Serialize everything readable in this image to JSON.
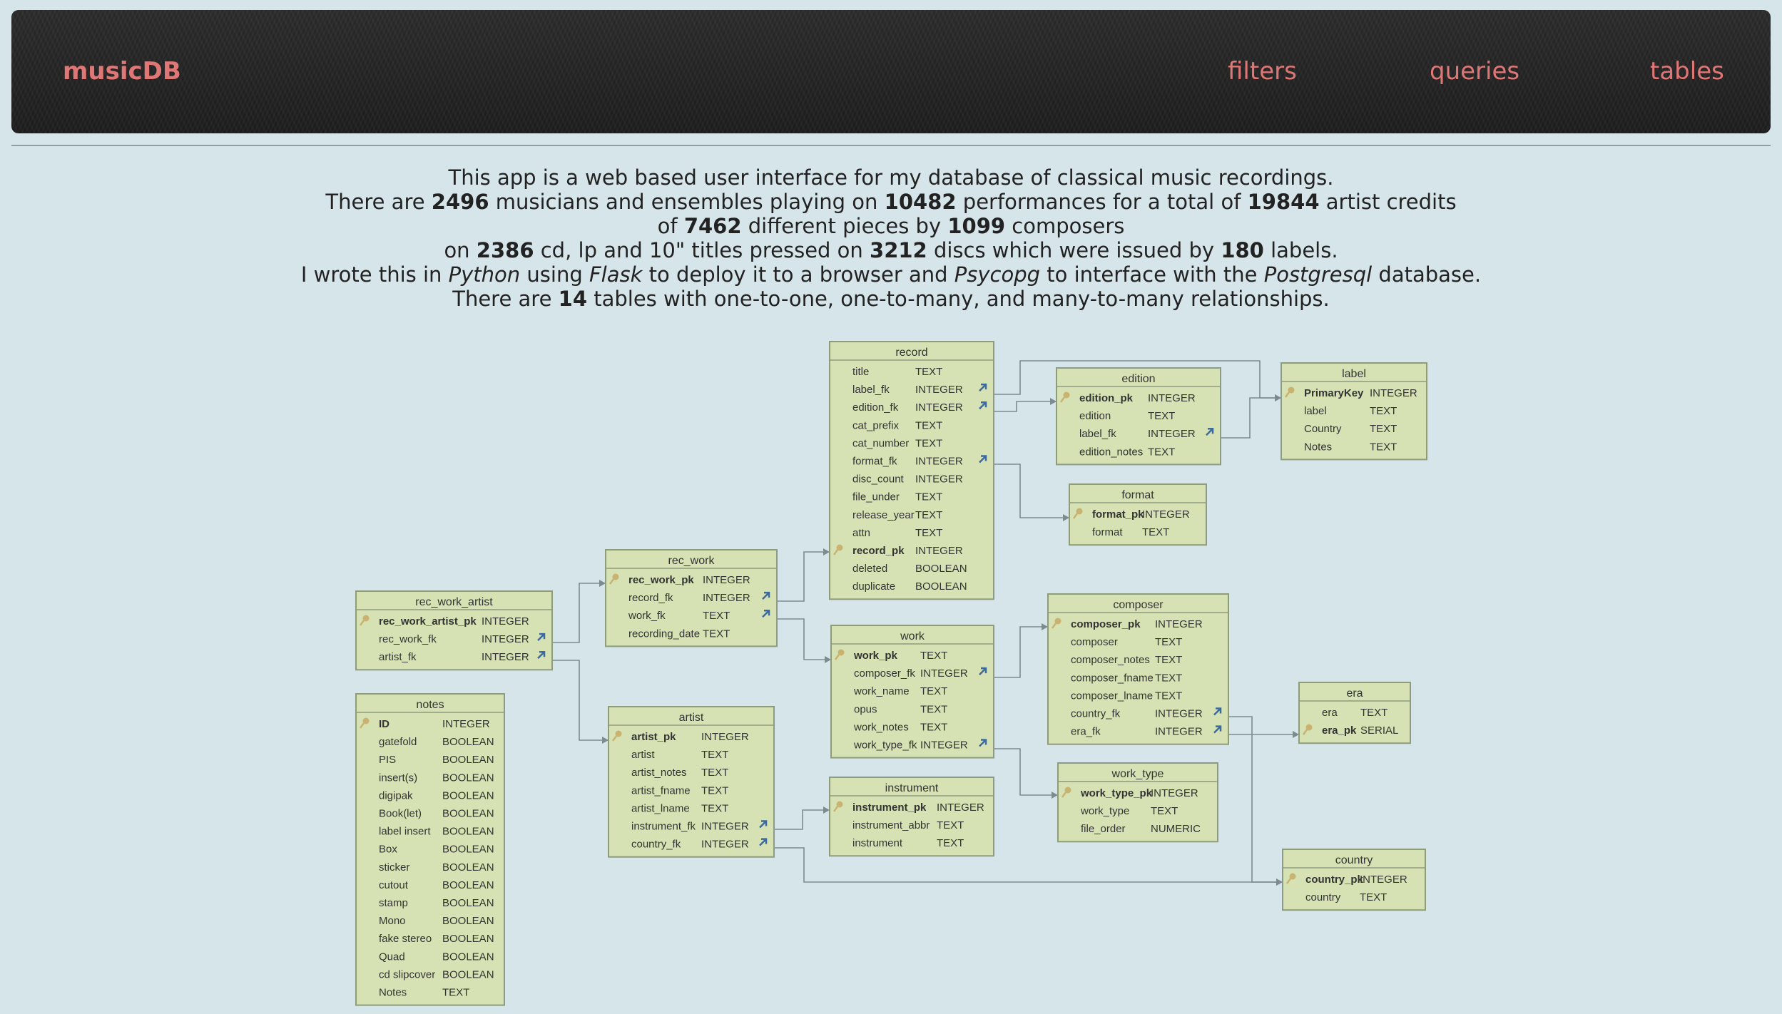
{
  "header": {
    "brand": "musicDB",
    "links": [
      "filters",
      "queries",
      "tables"
    ]
  },
  "intro": {
    "line1": "This app is a web based user interface for my database of classical music recordings.",
    "line2": {
      "a": "There are ",
      "musicians": "2496",
      "b": " musicians and ensembles playing on ",
      "performances": "10482",
      "c": " performances for a total of ",
      "credits": "19844",
      "d": " artist credits"
    },
    "line3": {
      "a": "of ",
      "pieces": "7462",
      "b": " different pieces by ",
      "composers": "1099",
      "c": " composers"
    },
    "line4": {
      "a": "on ",
      "titles": "2386",
      "b": " cd, lp and 10\" titles pressed on ",
      "discs": "3212",
      "c": " discs which were issued by ",
      "labels": "180",
      "d": " labels."
    },
    "line5": {
      "a": "I wrote this in ",
      "python": "Python",
      "b": " using ",
      "flask": "Flask",
      "c": " to deploy it to a browser and ",
      "psycopg": "Psycopg",
      "d": " to interface with the ",
      "postgresql": "Postgresql",
      "e": " database."
    },
    "line6": {
      "a": "There are ",
      "tables": "14",
      "b": " tables with one-to-one, one-to-many, and many-to-many relationships."
    }
  },
  "schema": {
    "tables": [
      {
        "id": "record",
        "name": "record",
        "columns": [
          {
            "name": "title",
            "type": "TEXT"
          },
          {
            "name": "label_fk",
            "type": "INTEGER",
            "fk": true
          },
          {
            "name": "edition_fk",
            "type": "INTEGER",
            "fk": true
          },
          {
            "name": "cat_prefix",
            "type": "TEXT"
          },
          {
            "name": "cat_number",
            "type": "TEXT"
          },
          {
            "name": "format_fk",
            "type": "INTEGER",
            "fk": true
          },
          {
            "name": "disc_count",
            "type": "INTEGER"
          },
          {
            "name": "file_under",
            "type": "TEXT"
          },
          {
            "name": "release_year",
            "type": "TEXT"
          },
          {
            "name": "attn",
            "type": "TEXT"
          },
          {
            "name": "record_pk",
            "type": "INTEGER",
            "pk": true
          },
          {
            "name": "deleted",
            "type": "BOOLEAN"
          },
          {
            "name": "duplicate",
            "type": "BOOLEAN"
          }
        ]
      },
      {
        "id": "edition",
        "name": "edition",
        "columns": [
          {
            "name": "edition_pk",
            "type": "INTEGER",
            "pk": true
          },
          {
            "name": "edition",
            "type": "TEXT"
          },
          {
            "name": "label_fk",
            "type": "INTEGER",
            "fk": true
          },
          {
            "name": "edition_notes",
            "type": "TEXT"
          }
        ]
      },
      {
        "id": "label",
        "name": "label",
        "columns": [
          {
            "name": "PrimaryKey",
            "type": "INTEGER",
            "pk": true
          },
          {
            "name": "label",
            "type": "TEXT"
          },
          {
            "name": "Country",
            "type": "TEXT"
          },
          {
            "name": "Notes",
            "type": "TEXT"
          }
        ]
      },
      {
        "id": "format",
        "name": "format",
        "columns": [
          {
            "name": "format_pk",
            "type": "INTEGER",
            "pk": true
          },
          {
            "name": "format",
            "type": "TEXT"
          }
        ]
      },
      {
        "id": "rec_work",
        "name": "rec_work",
        "columns": [
          {
            "name": "rec_work_pk",
            "type": "INTEGER",
            "pk": true
          },
          {
            "name": "record_fk",
            "type": "INTEGER",
            "fk": true
          },
          {
            "name": "work_fk",
            "type": "TEXT",
            "fk": true
          },
          {
            "name": "recording_date",
            "type": "TEXT"
          }
        ]
      },
      {
        "id": "rec_work_artist",
        "name": "rec_work_artist",
        "columns": [
          {
            "name": "rec_work_artist_pk",
            "type": "INTEGER",
            "pk": true
          },
          {
            "name": "rec_work_fk",
            "type": "INTEGER",
            "fk": true
          },
          {
            "name": "artist_fk",
            "type": "INTEGER",
            "fk": true
          }
        ]
      },
      {
        "id": "notes",
        "name": "notes",
        "columns": [
          {
            "name": "ID",
            "type": "INTEGER",
            "pk": true
          },
          {
            "name": "gatefold",
            "type": "BOOLEAN"
          },
          {
            "name": "PIS",
            "type": "BOOLEAN"
          },
          {
            "name": "insert(s)",
            "type": "BOOLEAN"
          },
          {
            "name": "digipak",
            "type": "BOOLEAN"
          },
          {
            "name": "Book(let)",
            "type": "BOOLEAN"
          },
          {
            "name": "label insert",
            "type": "BOOLEAN"
          },
          {
            "name": "Box",
            "type": "BOOLEAN"
          },
          {
            "name": "sticker",
            "type": "BOOLEAN"
          },
          {
            "name": "cutout",
            "type": "BOOLEAN"
          },
          {
            "name": "stamp",
            "type": "BOOLEAN"
          },
          {
            "name": "Mono",
            "type": "BOOLEAN"
          },
          {
            "name": "fake stereo",
            "type": "BOOLEAN"
          },
          {
            "name": "Quad",
            "type": "BOOLEAN"
          },
          {
            "name": "cd slipcover",
            "type": "BOOLEAN"
          },
          {
            "name": "Notes",
            "type": "TEXT"
          }
        ]
      },
      {
        "id": "artist",
        "name": "artist",
        "columns": [
          {
            "name": "artist_pk",
            "type": "INTEGER",
            "pk": true
          },
          {
            "name": "artist",
            "type": "TEXT"
          },
          {
            "name": "artist_notes",
            "type": "TEXT"
          },
          {
            "name": "artist_fname",
            "type": "TEXT"
          },
          {
            "name": "artist_lname",
            "type": "TEXT"
          },
          {
            "name": "instrument_fk",
            "type": "INTEGER",
            "fk": true
          },
          {
            "name": "country_fk",
            "type": "INTEGER",
            "fk": true
          }
        ]
      },
      {
        "id": "work",
        "name": "work",
        "columns": [
          {
            "name": "work_pk",
            "type": "TEXT",
            "pk": true
          },
          {
            "name": "composer_fk",
            "type": "INTEGER",
            "fk": true
          },
          {
            "name": "work_name",
            "type": "TEXT"
          },
          {
            "name": "opus",
            "type": "TEXT"
          },
          {
            "name": "work_notes",
            "type": "TEXT"
          },
          {
            "name": "work_type_fk",
            "type": "INTEGER",
            "fk": true
          }
        ]
      },
      {
        "id": "instrument",
        "name": "instrument",
        "columns": [
          {
            "name": "instrument_pk",
            "type": "INTEGER",
            "pk": true
          },
          {
            "name": "instrument_abbr",
            "type": "TEXT"
          },
          {
            "name": "instrument",
            "type": "TEXT"
          }
        ]
      },
      {
        "id": "composer",
        "name": "composer",
        "columns": [
          {
            "name": "composer_pk",
            "type": "INTEGER",
            "pk": true
          },
          {
            "name": "composer",
            "type": "TEXT"
          },
          {
            "name": "composer_notes",
            "type": "TEXT"
          },
          {
            "name": "composer_fname",
            "type": "TEXT"
          },
          {
            "name": "composer_lname",
            "type": "TEXT"
          },
          {
            "name": "country_fk",
            "type": "INTEGER",
            "fk": true
          },
          {
            "name": "era_fk",
            "type": "INTEGER",
            "fk": true
          }
        ]
      },
      {
        "id": "work_type",
        "name": "work_type",
        "columns": [
          {
            "name": "work_type_pk",
            "type": "INTEGER",
            "pk": true
          },
          {
            "name": "work_type",
            "type": "TEXT"
          },
          {
            "name": "file_order",
            "type": "NUMERIC"
          }
        ]
      },
      {
        "id": "era",
        "name": "era",
        "columns": [
          {
            "name": "era",
            "type": "TEXT"
          },
          {
            "name": "era_pk",
            "type": "SERIAL",
            "pk": true
          }
        ]
      },
      {
        "id": "country",
        "name": "country",
        "columns": [
          {
            "name": "country_pk",
            "type": "INTEGER",
            "pk": true
          },
          {
            "name": "country",
            "type": "TEXT"
          }
        ]
      }
    ]
  }
}
